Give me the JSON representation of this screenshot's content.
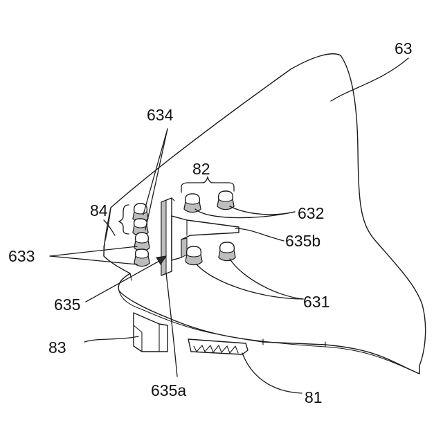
{
  "labels": {
    "l63": "63",
    "l634": "634",
    "l82": "82",
    "l84": "84",
    "l632": "632",
    "l635b": "635b",
    "l633": "633",
    "l635": "635",
    "l631": "631",
    "l83": "83",
    "l635a": "635a",
    "l81": "81"
  },
  "colors": {
    "line": "#1a1a1a",
    "background": "#ffffff"
  }
}
